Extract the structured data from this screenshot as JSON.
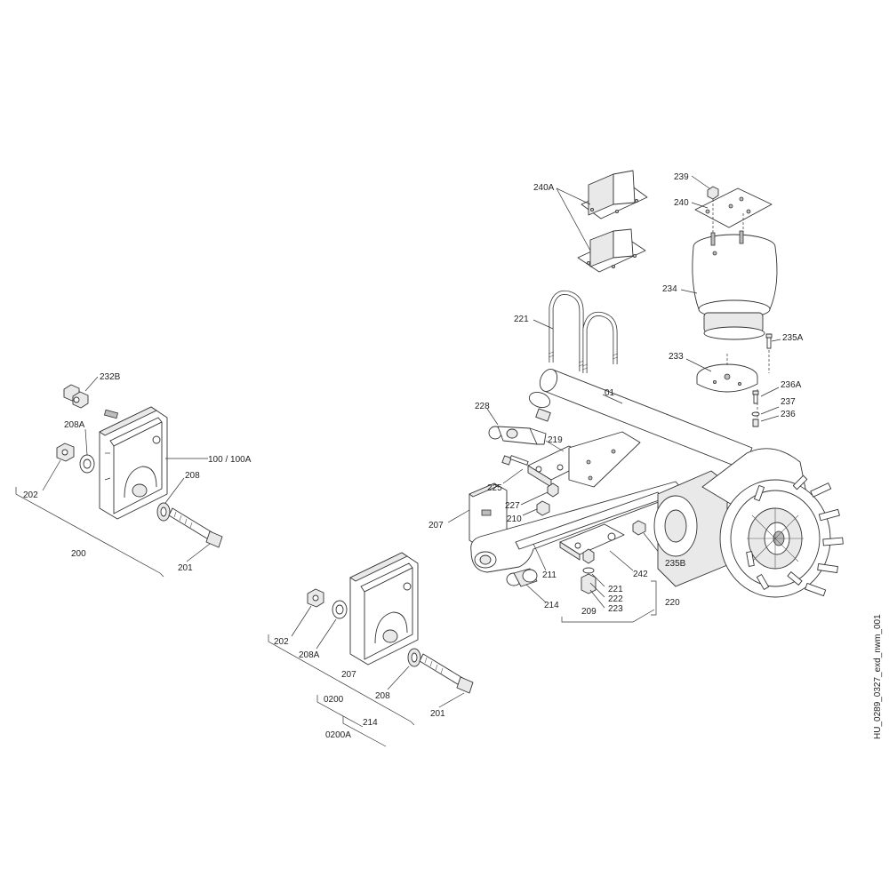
{
  "drawing_id": "HU_0289_0327_exd_nwm_001",
  "labels": {
    "l240A": "240A",
    "l239": "239",
    "l240": "240",
    "l234": "234",
    "l221top": "221",
    "l235A": "235A",
    "l233": "233",
    "l236A": "236A",
    "l01": "01",
    "l237": "237",
    "l236": "236",
    "l228": "228",
    "l219": "219",
    "l225": "225",
    "l227": "227",
    "l210": "210",
    "l207r": "207",
    "l235B": "235B",
    "l211": "211",
    "l242": "242",
    "l221b": "221",
    "l222": "222",
    "l223": "223",
    "l220": "220",
    "l214r": "214",
    "l209": "209",
    "l232B": "232B",
    "l208Al": "208A",
    "l100": "100 / 100A",
    "l208l": "208",
    "l202l": "202",
    "l200": "200",
    "l201l": "201",
    "l202m": "202",
    "l208Am": "208A",
    "l207m": "207",
    "l208m": "208",
    "l0200": "0200",
    "l201m": "201",
    "l214m": "214",
    "l0200A": "0200A"
  }
}
